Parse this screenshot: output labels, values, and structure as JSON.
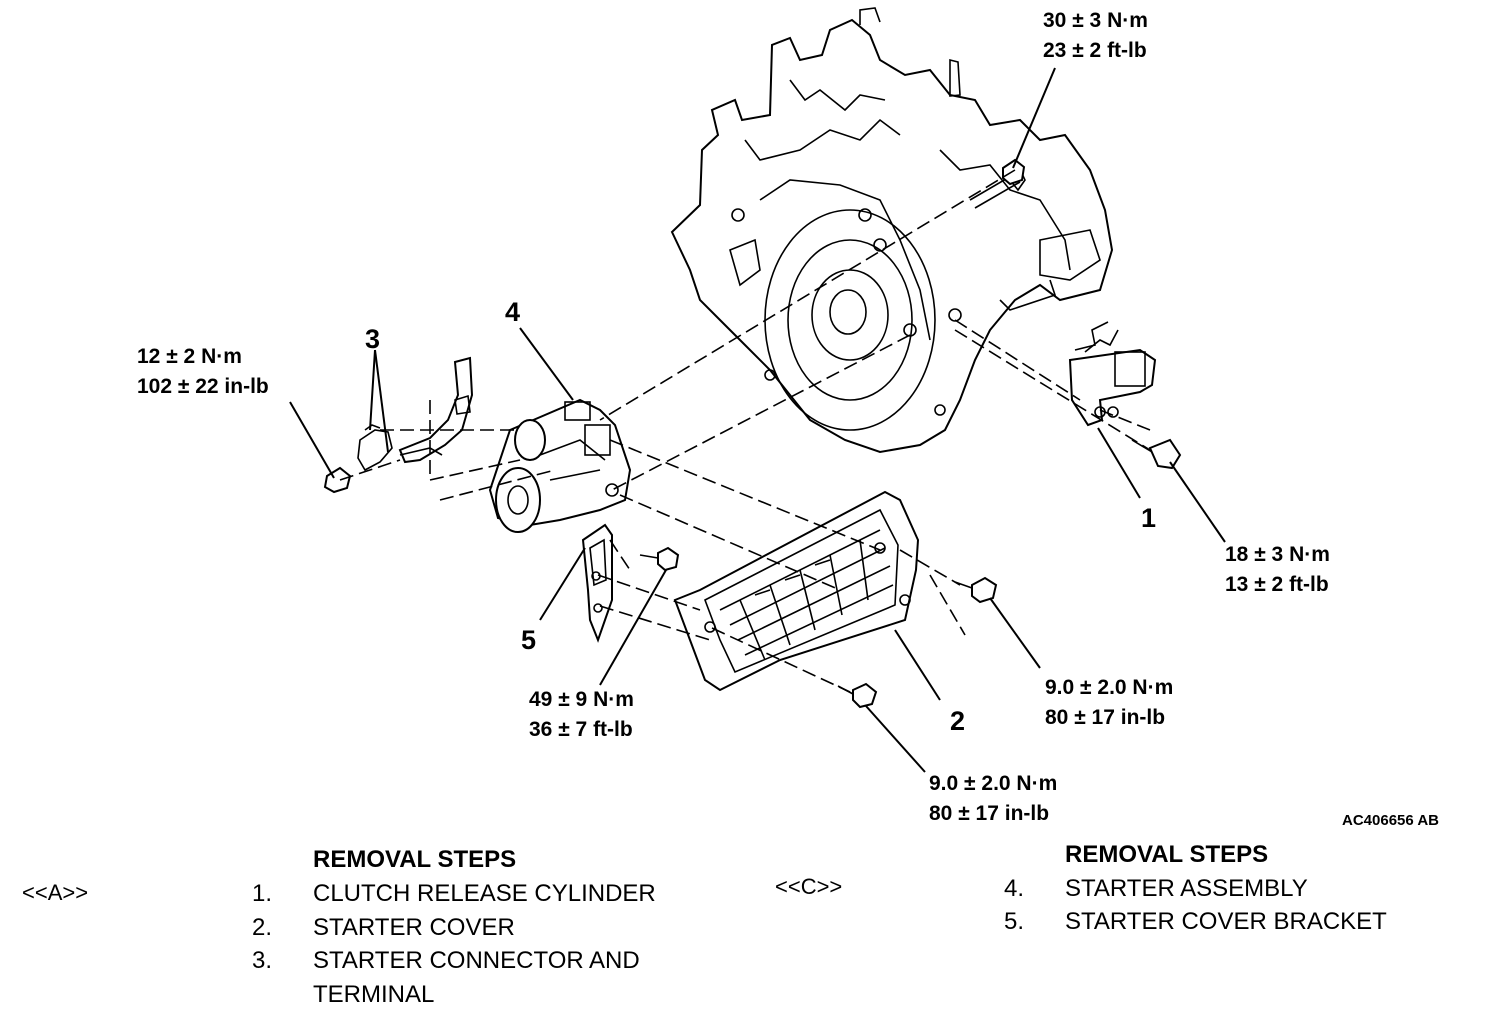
{
  "torque_labels": {
    "t1": [
      "30 ± 3 N·m",
      "23 ± 2 ft-lb"
    ],
    "t2": [
      "12 ± 2 N·m",
      "102 ± 22 in-lb"
    ],
    "t3": [
      "18 ± 3 N·m",
      "13 ± 2 ft-lb"
    ],
    "t4": [
      "9.0 ± 2.0 N·m",
      "80 ± 17 in-lb"
    ],
    "t5": [
      "49 ± 9 N·m",
      "36 ± 7 ft-lb"
    ],
    "t6": [
      "9.0 ± 2.0 N·m",
      "80 ± 17 in-lb"
    ]
  },
  "callouts": [
    "1",
    "2",
    "3",
    "4",
    "5"
  ],
  "figure_id": "AC406656 AB",
  "left_steps": {
    "reference": "<<A>>",
    "heading": "REMOVAL STEPS",
    "items": [
      {
        "num": "1.",
        "text": "CLUTCH RELEASE CYLINDER"
      },
      {
        "num": "2.",
        "text": "STARTER COVER"
      },
      {
        "num": "3.",
        "text": "STARTER CONNECTOR AND"
      },
      {
        "num": "",
        "text": "TERMINAL"
      }
    ]
  },
  "right_steps": {
    "reference": "<<C>>",
    "heading": "REMOVAL STEPS",
    "items": [
      {
        "num": "4.",
        "text": "STARTER ASSEMBLY"
      },
      {
        "num": "5.",
        "text": "STARTER COVER BRACKET"
      }
    ]
  }
}
